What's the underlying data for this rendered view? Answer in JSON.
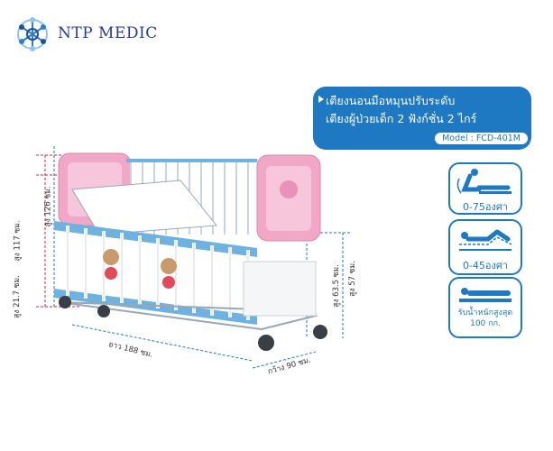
{
  "header": {
    "brand": "NTP MEDIC"
  },
  "title_card": {
    "line1": "เตียงนอนมือหมุนปรับระดับ",
    "line2": "เตียงผู้ป่วยเด็ก 2 ฟังก์ชั่น 2 ไกร์",
    "model": "Model : FCD-401M"
  },
  "features": [
    {
      "caption": "0-75องศา",
      "icon": "backrest-angle-icon"
    },
    {
      "caption": "0-45องศา",
      "icon": "leg-rest-angle-icon"
    },
    {
      "caption_line1": "รับน้ำหนักสูงสุด",
      "caption_line2": "100 กก.",
      "icon": "max-weight-icon"
    }
  ],
  "dimensions": {
    "height_rail": "สูง 126 ซม.",
    "height_head": "สูง 117 ซม.",
    "height_base": "สูง 21.7 ซม.",
    "length": "ยาว 188 ซม.",
    "width": "กว้าง 90 ซม.",
    "height_side": "สูง 63.5 ซม.",
    "height_mattress": "สูง 57 ซม."
  },
  "colors": {
    "accent": "#1e78c2",
    "headboard_pink": "#f0a8c6",
    "rail_blue": "#6fb1e0",
    "dimension_red": "#d0263a",
    "dimension_blue": "#1e78c2"
  }
}
